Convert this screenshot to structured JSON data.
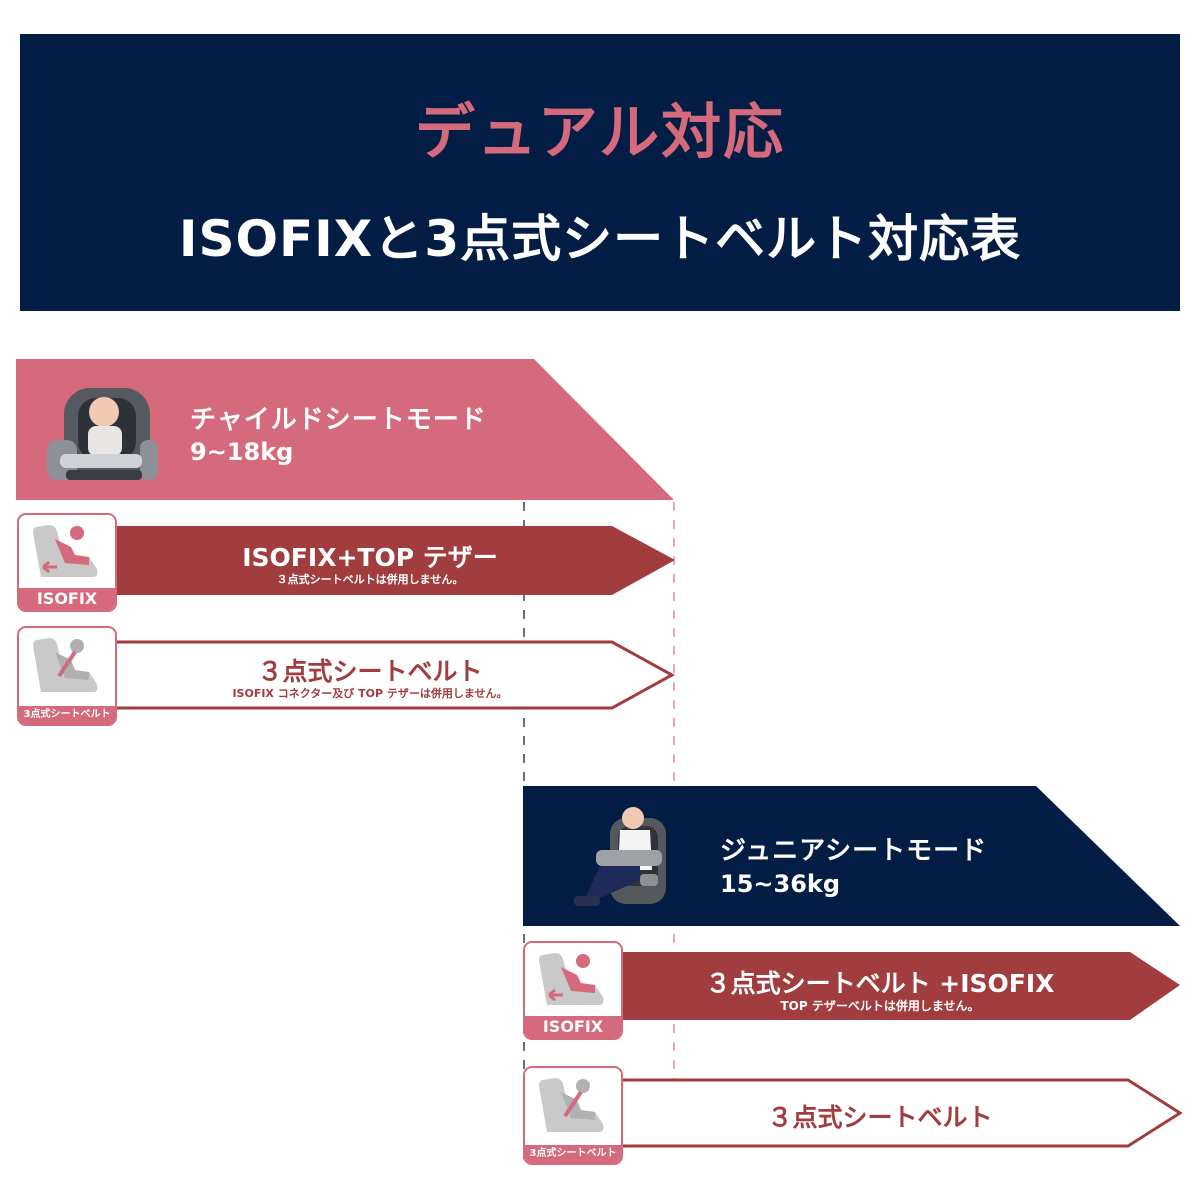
{
  "header": {
    "title": "デュアル対応",
    "subtitle": "ISOFIXと3点式シートベルト対応表"
  },
  "child_mode": {
    "name": "チャイルドシートモード",
    "weight": "9~18kg",
    "isofix_row": {
      "icon_label": "ISOFIX",
      "main": "ISOFIX+TOP テザー",
      "note": "３点式シートベルトは併用しません。"
    },
    "belt_row": {
      "icon_label": "3点式シートベルト",
      "main": "３点式シートベルト",
      "note": "ISOFIX コネクター及び TOP テザーは併用しません。"
    }
  },
  "junior_mode": {
    "name": "ジュニアシートモード",
    "weight": "15~36kg",
    "isofix_row": {
      "icon_label": "ISOFIX",
      "main": "３点式シートベルト +ISOFIX",
      "note": "TOP テザーベルトは併用しません。"
    },
    "belt_row": {
      "icon_label": "3点式シートベルト",
      "main": "３点式シートベルト"
    }
  },
  "colors": {
    "navy": "#041d45",
    "pink": "#d46a7b",
    "dark_red": "#a13c3f"
  }
}
